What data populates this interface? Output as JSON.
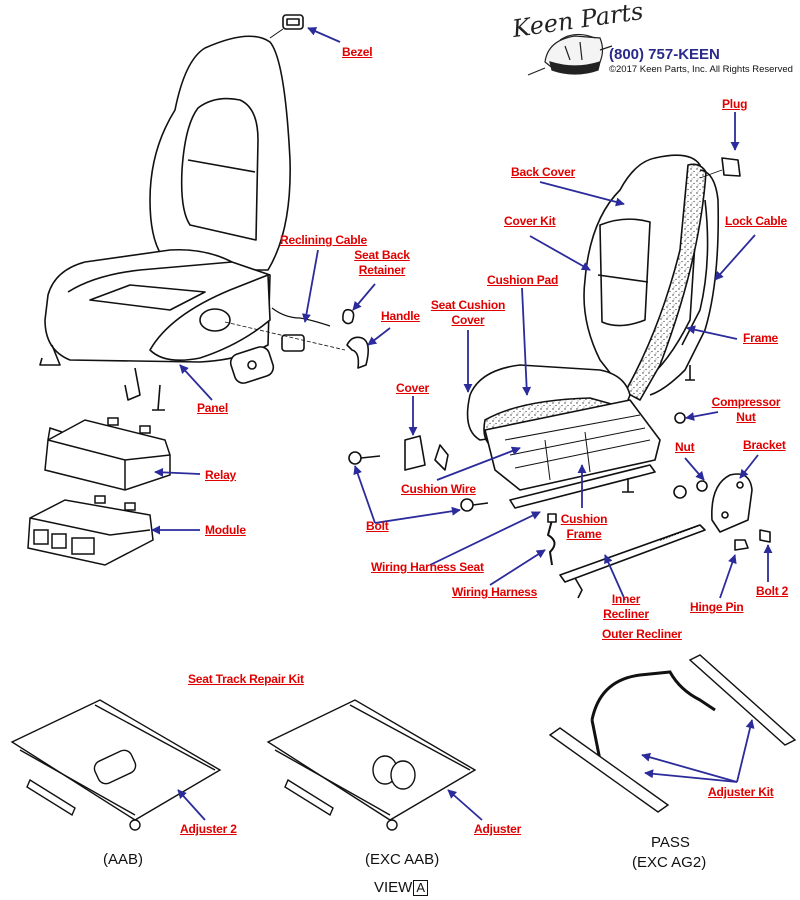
{
  "brand": {
    "name": "Keen Parts",
    "phone": "(800) 757-KEEN",
    "copyright": "©2017 Keen Parts, Inc. All Rights Reserved"
  },
  "colors": {
    "label": "#e00000",
    "arrow": "#2b2b9b",
    "phone": "#2a2a8a",
    "line_art": "#111111"
  },
  "labels": {
    "bezel": "Bezel",
    "reclining_cable": "Reclining Cable",
    "seat_back_retainer": "Seat Back Retainer",
    "handle": "Handle",
    "panel": "Panel",
    "relay": "Relay",
    "module": "Module",
    "plug": "Plug",
    "back_cover": "Back Cover",
    "cover_kit": "Cover Kit",
    "lock_cable": "Lock Cable",
    "cushion_pad": "Cushion Pad",
    "seat_cushion_cover": "Seat Cushion Cover",
    "frame": "Frame",
    "cover": "Cover",
    "compressor_nut": "Compressor Nut",
    "nut": "Nut",
    "bracket": "Bracket",
    "cushion_wire": "Cushion Wire",
    "bolt": "Bolt",
    "cushion_frame": "Cushion Frame",
    "wiring_harness_seat": "Wiring Harness Seat",
    "wiring_harness": "Wiring Harness",
    "inner_recliner": "Inner Recliner",
    "outer_recliner": "Outer Recliner",
    "hinge_pin": "Hinge Pin",
    "bolt_2": "Bolt 2",
    "seat_track_repair_kit": "Seat Track Repair Kit",
    "adjuster_2": "Adjuster 2",
    "adjuster": "Adjuster",
    "adjuster_kit": "Adjuster Kit"
  },
  "captions": {
    "aab": "(AAB)",
    "exc_aab": "(EXC AAB)",
    "view": "VIEW",
    "view_letter": "A",
    "pass": "PASS",
    "exc_ag2": "(EXC AG2)"
  }
}
